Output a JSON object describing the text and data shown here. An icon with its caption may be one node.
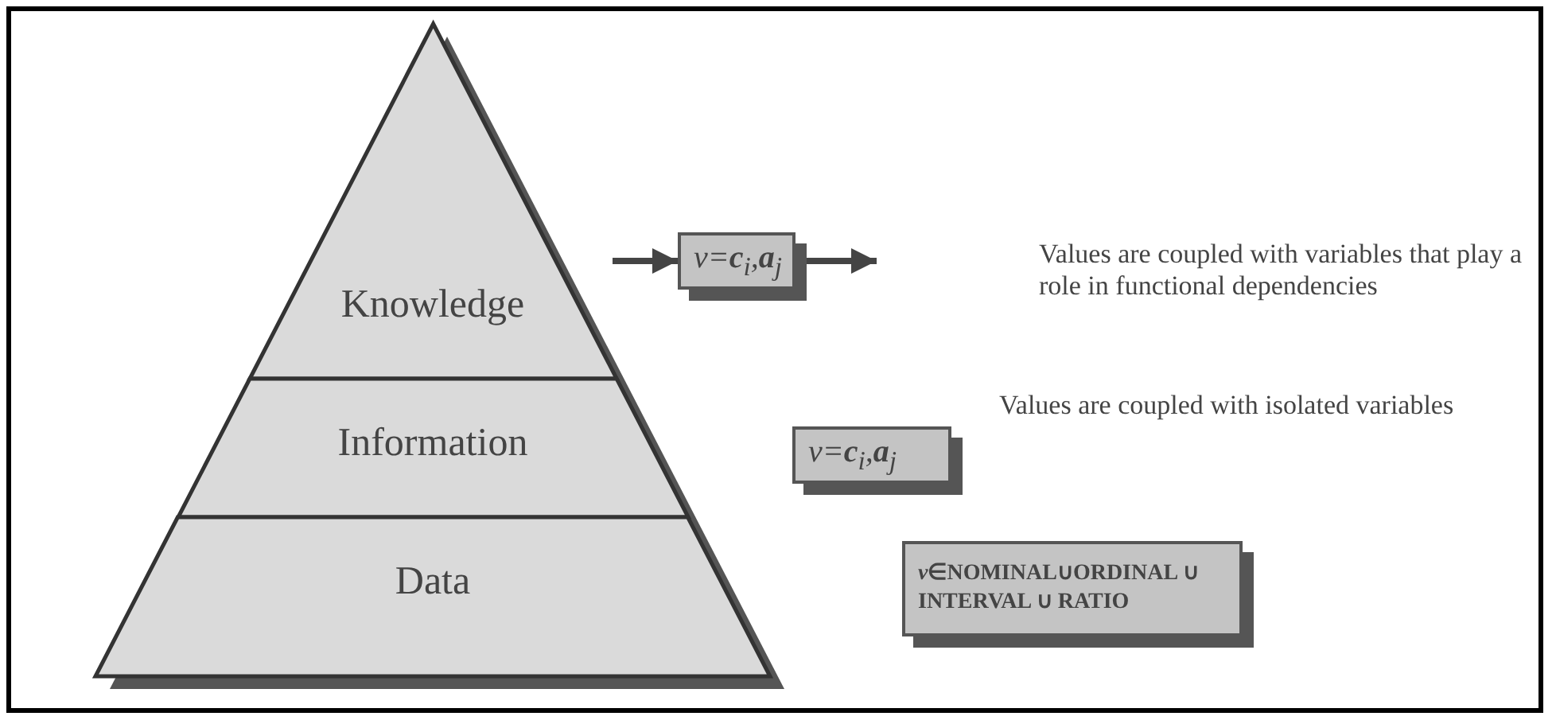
{
  "diagram": {
    "nodes": [
      {
        "text": [
          "Knowledge"
        ]
      },
      {
        "text": [
          "Information"
        ]
      },
      {
        "text": [
          "Data"
        ]
      },
      {
        "text": [
          "v=**c**$_{i}$,**a**$_{j}$"
        ]
      },
      {
        "text": [
          "v=**c**$_{i}$,**a**$_{j}$"
        ]
      },
      {
        "text": [
          "*v*∈NOMINAL∪ORDINAL ∪ INTERVAL ∪ RATIO"
        ]
      }
    ],
    "edges": [
      {
        "from": null,
        "to": 3,
        "arrow": "to"
      },
      {
        "from": 3,
        "to": null,
        "arrow": "to"
      }
    ],
    "labels": [
      "Values are coupled with variables that play a role in functional dependencies",
      "Values are coupled with isolated variables"
    ]
  }
}
